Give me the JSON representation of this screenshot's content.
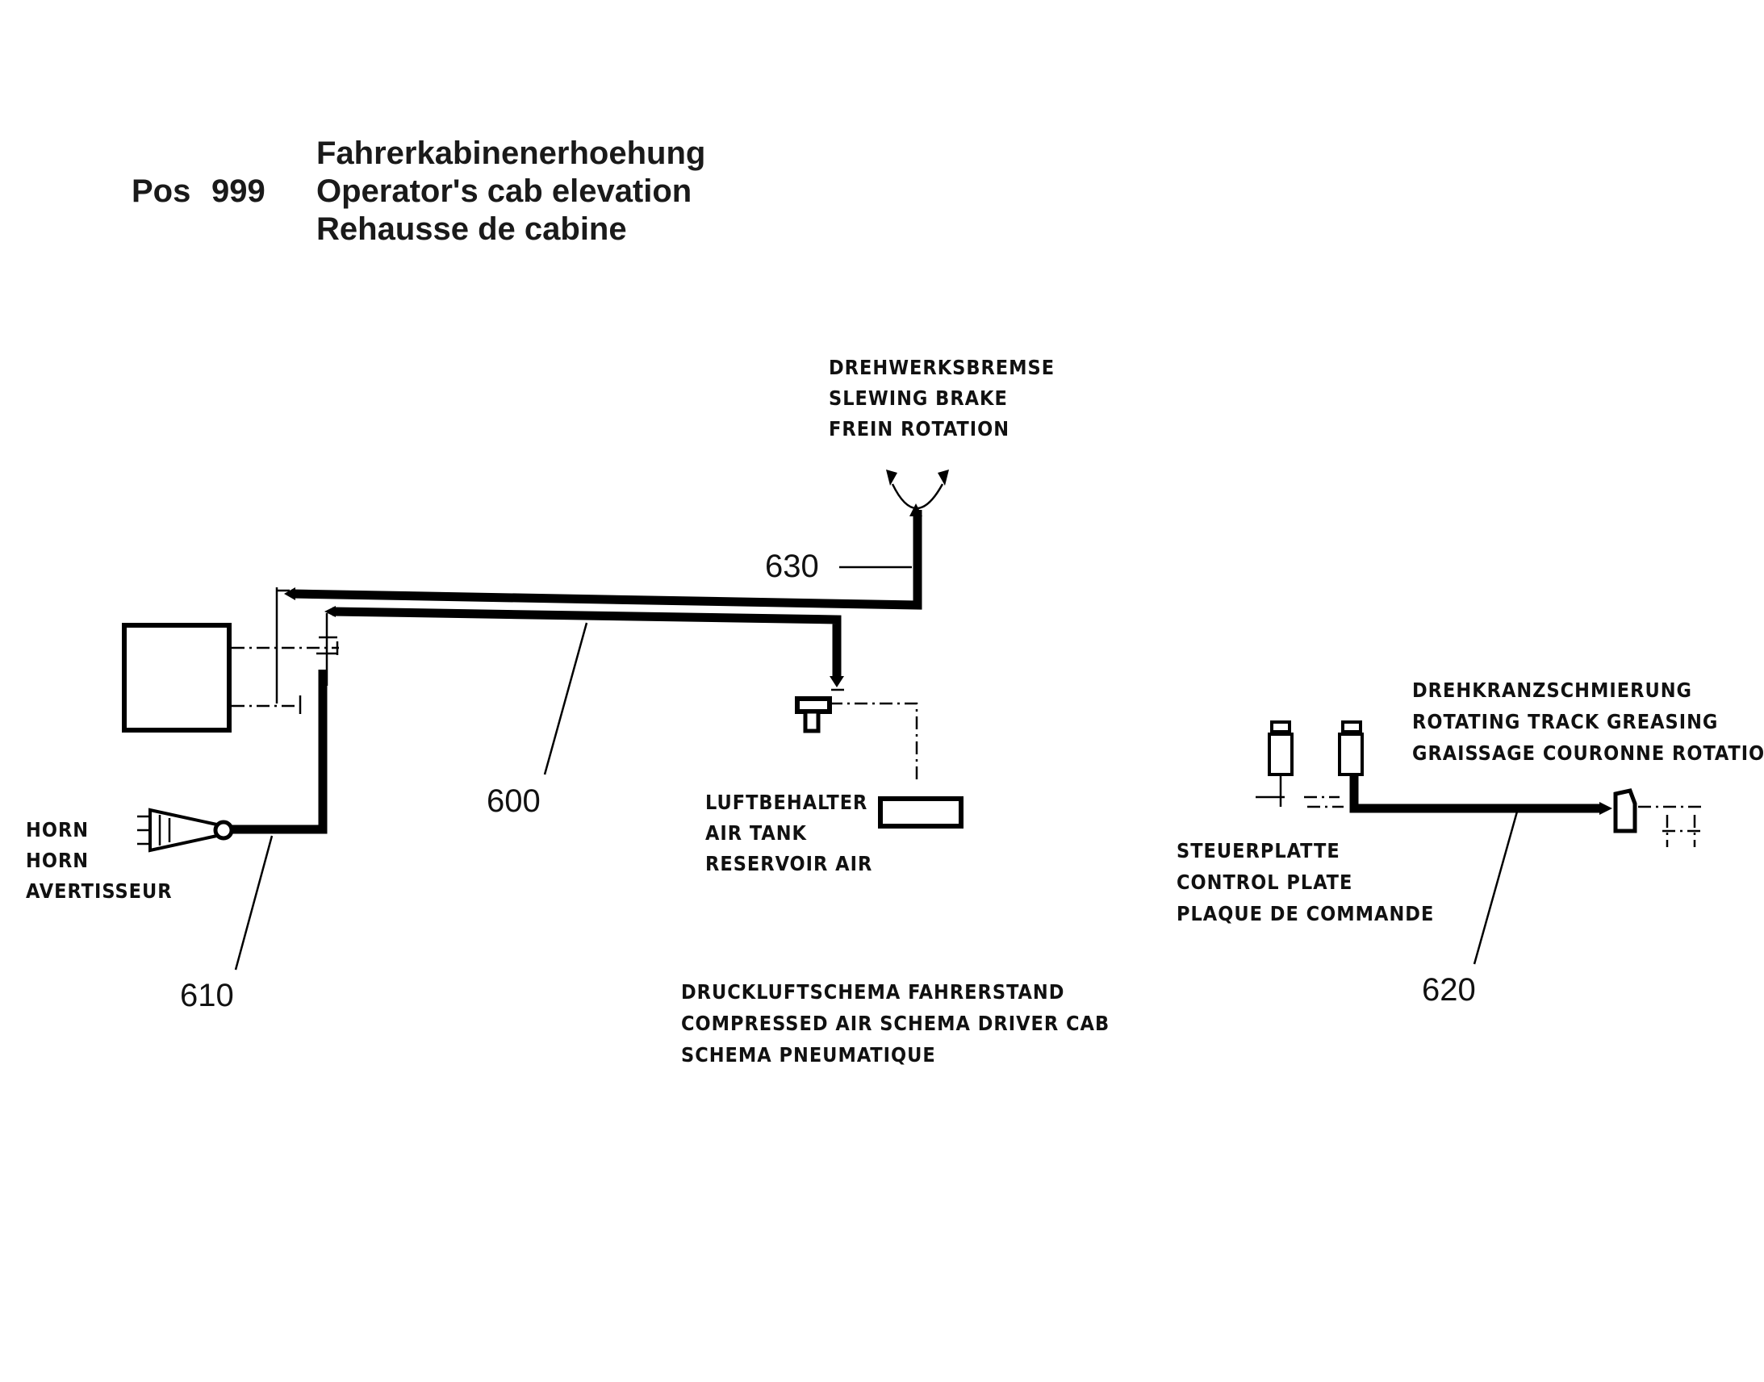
{
  "header": {
    "pos_label": "Pos",
    "pos_number": "999",
    "title_de": "Fahrerkabinenerhoehung",
    "title_en": "Operator's cab elevation",
    "title_fr": "Rehausse de cabine"
  },
  "components": {
    "slewing_brake": [
      "DREHWERKSBREMSE",
      "SLEWING BRAKE",
      "FREIN ROTATION"
    ],
    "horn": [
      "HORN",
      "HORN",
      "AVERTISSEUR"
    ],
    "air_tank": [
      "LUFTBEHALTER",
      "AIR TANK",
      "RESERVOIR AIR"
    ],
    "track_greasing": [
      "DREHKRANZSCHMIERUNG",
      "ROTATING TRACK GREASING",
      "GRAISSAGE COURONNE ROTATION"
    ],
    "control_plate": [
      "STEUERPLATTE",
      "CONTROL PLATE",
      "PLAQUE DE COMMANDE"
    ]
  },
  "schema_caption": [
    "DRUCKLUFTSCHEMA FAHRERSTAND",
    "COMPRESSED AIR SCHEMA DRIVER CAB",
    "SCHEMA PNEUMATIQUE"
  ],
  "pipe_numbers": {
    "p600": "600",
    "p610": "610",
    "p620": "620",
    "p630": "630"
  }
}
